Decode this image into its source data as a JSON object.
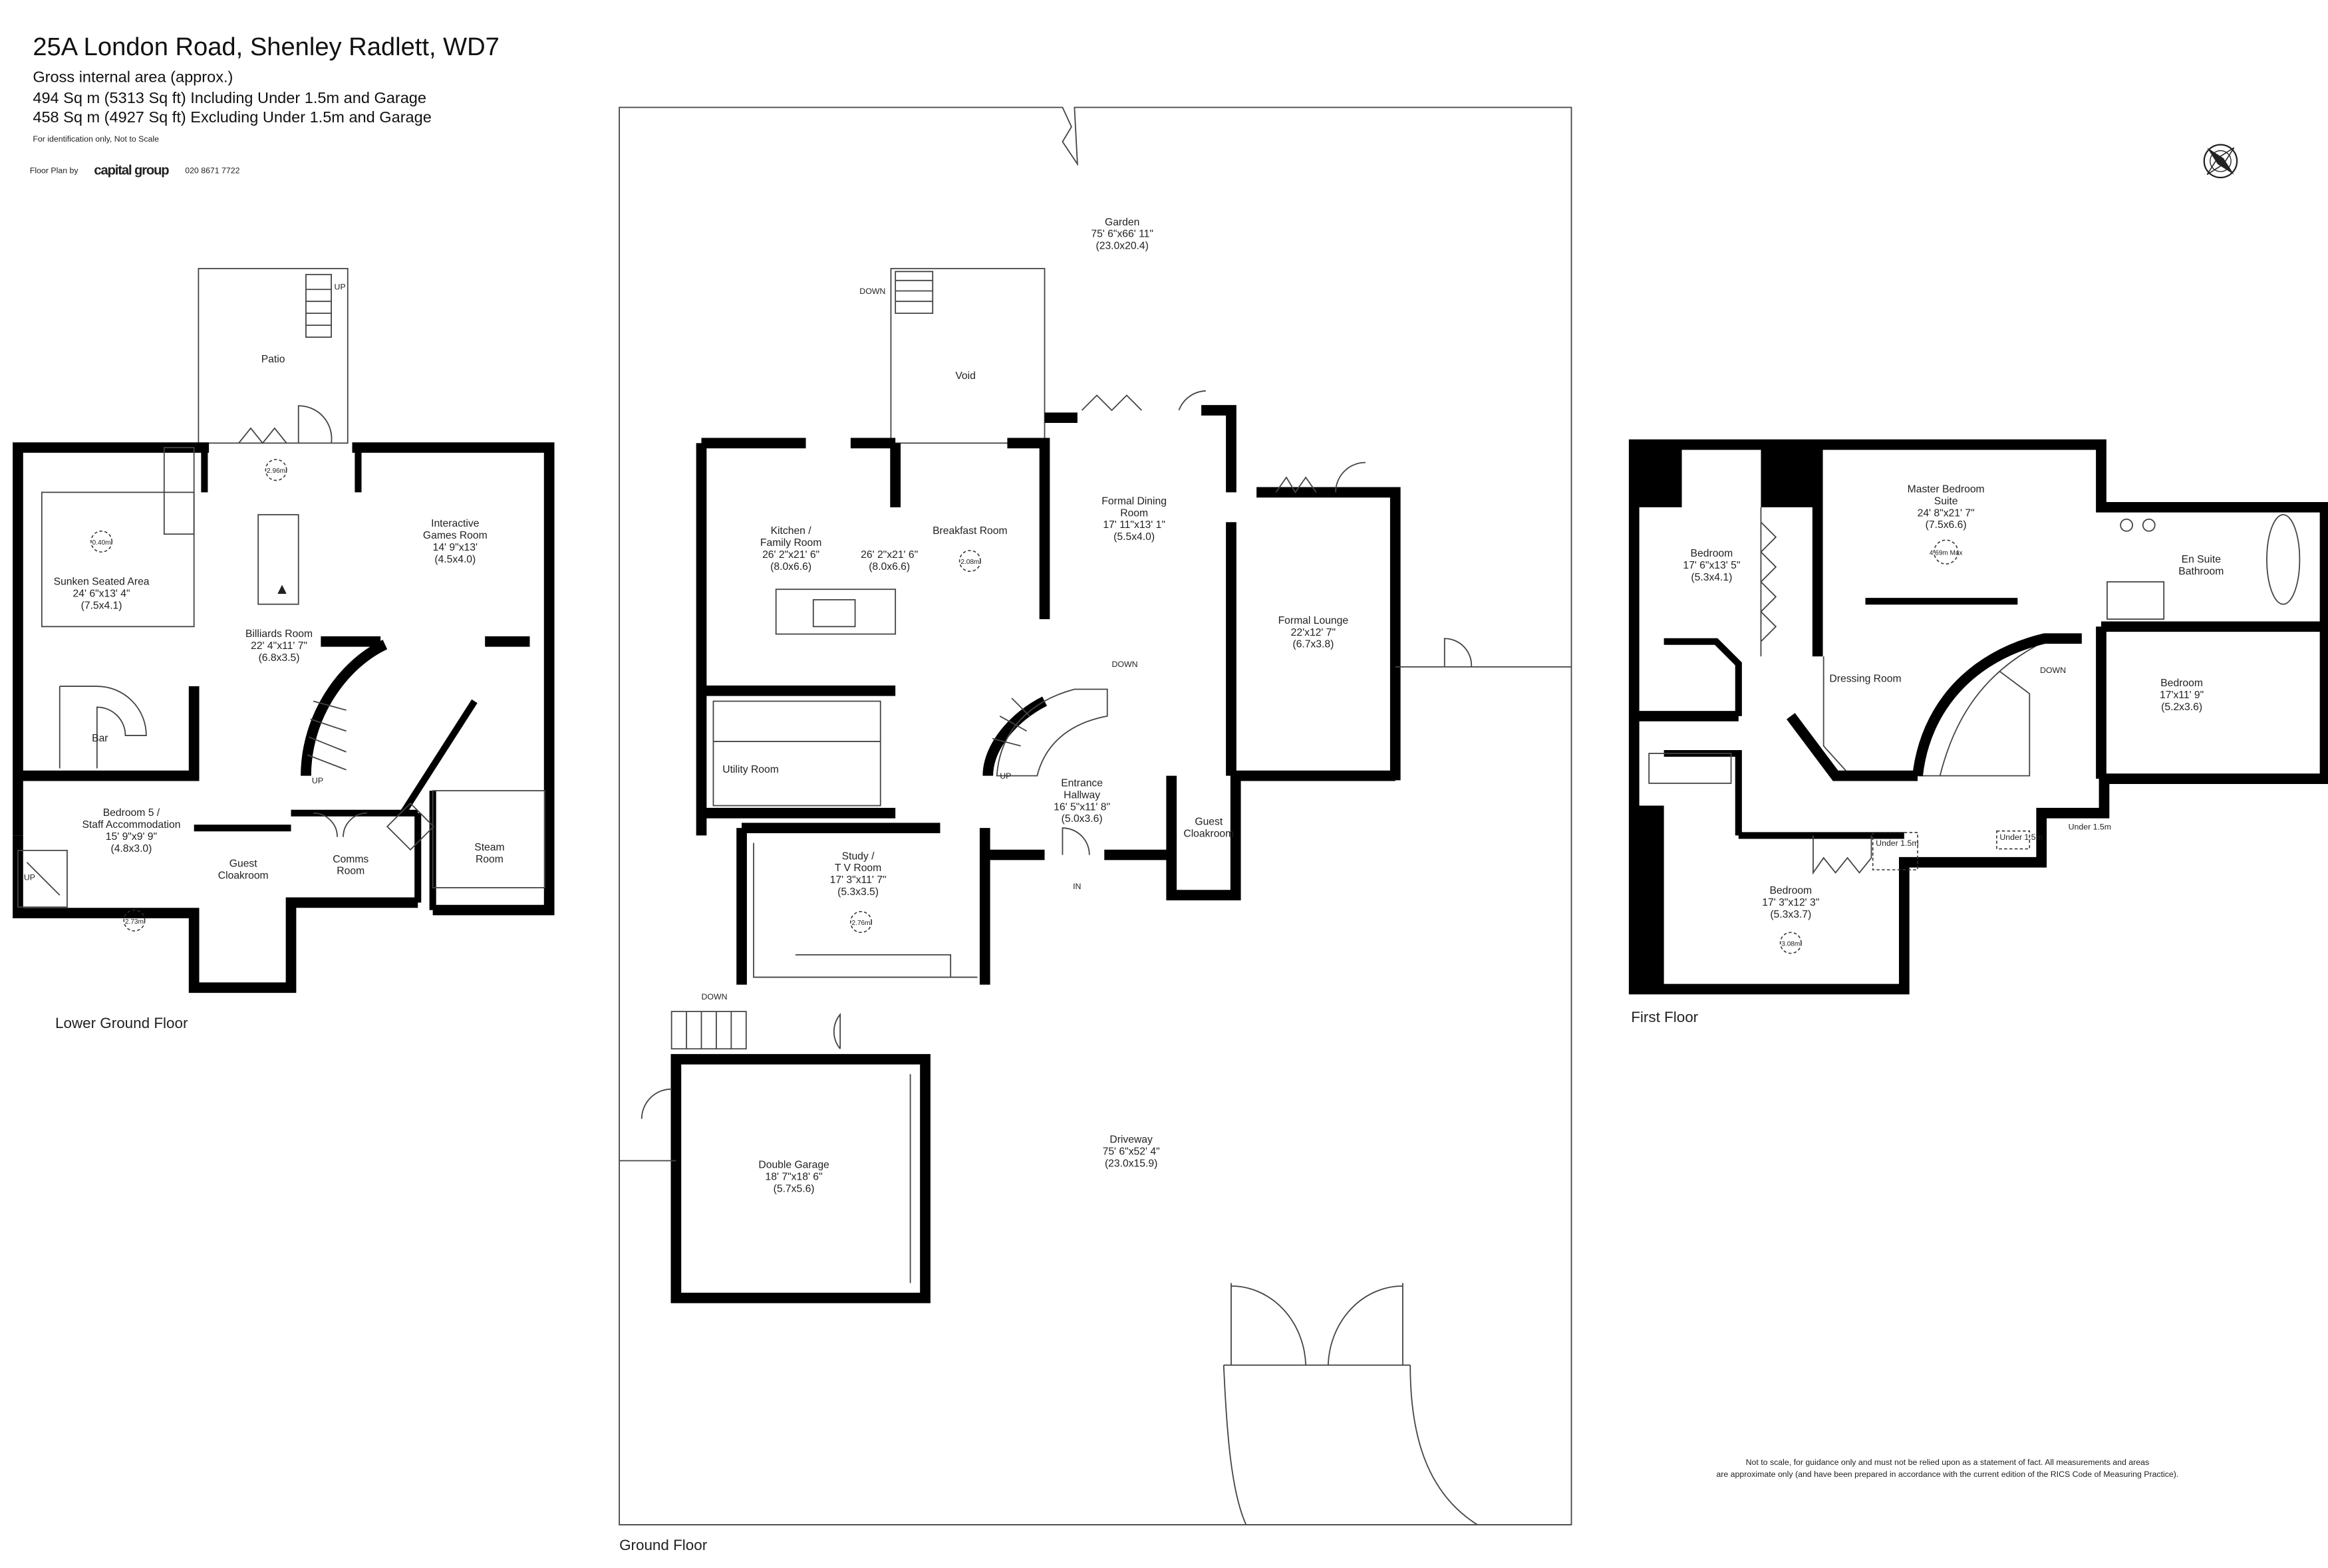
{
  "header": {
    "title": "25A London Road, Shenley Radlett, WD7",
    "gia_label": "Gross internal area (approx.)",
    "area_including": "494 Sq m (5313 Sq ft) Including Under 1.5m and Garage",
    "area_excluding": "458 Sq m (4927 Sq ft) Excluding Under 1.5m and Garage",
    "note": "For identification only, Not to Scale",
    "credit_prefix": "Floor Plan by",
    "brand": "capital group",
    "phone": "020 8671 7722"
  },
  "compass_icon": "compass-rose-icon",
  "floors": {
    "lower_ground": {
      "label": "Lower Ground Floor",
      "rooms": [
        {
          "id": "patio",
          "lines": [
            "Patio"
          ]
        },
        {
          "id": "sunken",
          "lines": [
            "Sunken Seated Area",
            "24' 6\"x13' 4\"",
            "(7.5x4.1)"
          ]
        },
        {
          "id": "billiards",
          "lines": [
            "Billiards Room",
            "22' 4\"x11' 7\"",
            "(6.8x3.5)"
          ]
        },
        {
          "id": "games",
          "lines": [
            "Interactive",
            "Games Room",
            "14' 9\"x13'",
            "(4.5x4.0)"
          ]
        },
        {
          "id": "bar",
          "lines": [
            "Bar"
          ]
        },
        {
          "id": "bed5",
          "lines": [
            "Bedroom 5 /",
            "Staff Accommodation",
            "15' 9\"x9' 9\"",
            "(4.8x3.0)"
          ]
        },
        {
          "id": "lgcloak",
          "lines": [
            "Guest",
            "Cloakroom"
          ]
        },
        {
          "id": "comms",
          "lines": [
            "Comms",
            "Room"
          ]
        },
        {
          "id": "steam",
          "lines": [
            "Steam",
            "Room"
          ]
        }
      ],
      "heights": [
        {
          "id": "h-sunken",
          "text": "0.40m"
        },
        {
          "id": "h-billiards",
          "text": "2.96m"
        },
        {
          "id": "h-bed5",
          "text": "2.73m"
        }
      ],
      "markers": [
        {
          "id": "lg-patio-up",
          "text": "UP"
        },
        {
          "id": "lg-stair-up",
          "text": "UP"
        },
        {
          "id": "lg-ext-up",
          "text": "UP"
        }
      ]
    },
    "ground": {
      "label": "Ground Floor",
      "rooms": [
        {
          "id": "garden",
          "lines": [
            "Garden",
            "75' 6\"x66' 11\"",
            "(23.0x20.4)"
          ]
        },
        {
          "id": "void",
          "lines": [
            "Void"
          ]
        },
        {
          "id": "kitchen",
          "lines": [
            "Kitchen /",
            "Family Room",
            "26' 2\"x21' 6\"",
            "(8.0x6.6)"
          ]
        },
        {
          "id": "breakfast",
          "lines": [
            "Breakfast Room"
          ]
        },
        {
          "id": "breakfast_dims",
          "lines": [
            "26' 2\"x21' 6\"",
            "(8.0x6.6)"
          ]
        },
        {
          "id": "dining",
          "lines": [
            "Formal Dining",
            "Room",
            "17' 11\"x13' 1\"",
            "(5.5x4.0)"
          ]
        },
        {
          "id": "lounge",
          "lines": [
            "Formal Lounge",
            "22'x12' 7\"",
            "(6.7x3.8)"
          ]
        },
        {
          "id": "utility",
          "lines": [
            "Utility Room"
          ]
        },
        {
          "id": "hallway",
          "lines": [
            "Entrance",
            "Hallway",
            "16' 5\"x11' 8\"",
            "(5.0x3.6)"
          ]
        },
        {
          "id": "study",
          "lines": [
            "Study /",
            "T V Room",
            "17' 3\"x11' 7\"",
            "(5.3x3.5)"
          ]
        },
        {
          "id": "gcloak",
          "lines": [
            "Guest",
            "Cloakroom"
          ]
        },
        {
          "id": "garage",
          "lines": [
            "Double Garage",
            "18' 7\"x18' 6\"",
            "(5.7x5.6)"
          ]
        },
        {
          "id": "driveway",
          "lines": [
            "Driveway",
            "75' 6\"x52' 4\"",
            "(23.0x15.9)"
          ]
        }
      ],
      "heights": [
        {
          "id": "h-breakfast",
          "text": "2.08m"
        },
        {
          "id": "h-study",
          "text": "2.76m"
        }
      ],
      "markers": [
        {
          "id": "g-void-down",
          "text": "DOWN"
        },
        {
          "id": "g-stair-down",
          "text": "DOWN"
        },
        {
          "id": "g-stair-up",
          "text": "UP"
        },
        {
          "id": "g-entrance-in",
          "text": "IN"
        },
        {
          "id": "g-side-down",
          "text": "DOWN"
        }
      ]
    },
    "first": {
      "label": "First Floor",
      "rooms": [
        {
          "id": "bed2",
          "lines": [
            "Bedroom",
            "17' 6\"x13' 5\"",
            "(5.3x4.1)"
          ]
        },
        {
          "id": "master",
          "lines": [
            "Master Bedroom",
            "Suite",
            "24' 8\"x21' 7\"",
            "(7.5x6.6)"
          ]
        },
        {
          "id": "ensuite",
          "lines": [
            "En Suite",
            "Bathroom"
          ]
        },
        {
          "id": "dressing",
          "lines": [
            "Dressing Room"
          ]
        },
        {
          "id": "bed3",
          "lines": [
            "Bedroom",
            "17'x11' 9\"",
            "(5.2x3.6)"
          ]
        },
        {
          "id": "bed4",
          "lines": [
            "Bedroom",
            "17' 3\"x12' 3\"",
            "(5.3x3.7)"
          ]
        }
      ],
      "heights": [
        {
          "id": "h-master",
          "text": "4.69m Max"
        },
        {
          "id": "h-bed4",
          "text": "3.08m"
        }
      ],
      "markers": [
        {
          "id": "f-stair-down",
          "text": "DOWN"
        },
        {
          "id": "f-under-1",
          "text": "Under 1.5m"
        },
        {
          "id": "f-under-2",
          "text": "Under 1.5m"
        },
        {
          "id": "f-under-3",
          "text": "Under 1.5m"
        }
      ]
    }
  },
  "disclaimer": [
    "Not to scale, for guidance only and must not be relied upon as a statement of fact.  All measurements and areas",
    "are approximate only (and have been prepared in accordance with the current edition of the RICS Code of Measuring Practice)."
  ]
}
